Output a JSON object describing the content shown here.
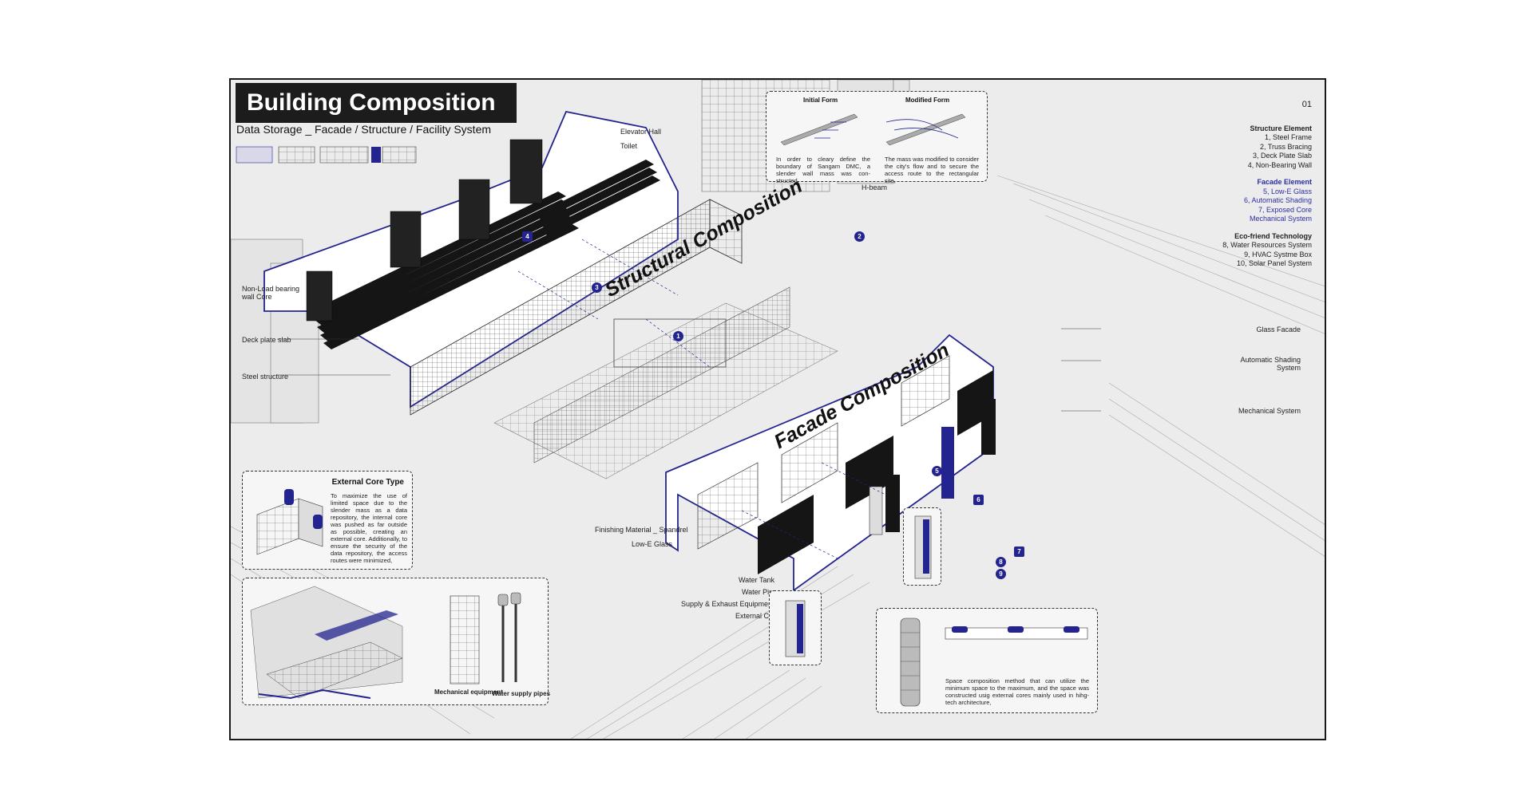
{
  "header": {
    "title": "Building Composition",
    "subtitle": "Data Storage _ Facade / Structure / Facility System"
  },
  "page_number": "01",
  "legend": {
    "structure": {
      "heading": "Structure Element",
      "items": [
        "1,    Steel Frame",
        "2,    Truss Bracing",
        "3,    Deck Plate Slab",
        "4,    Non-Bearing Wall"
      ]
    },
    "facade": {
      "heading": "Facade Element",
      "items": [
        "5, Low-E Glass",
        "6, Automatic Shading",
        "7, Exposed Core",
        "Mechanical System"
      ]
    },
    "eco": {
      "heading": "Eco-friend Technology",
      "items": [
        "8, Water Resources System",
        "9, HVAC Systme Box",
        "10, Solar Panel System"
      ]
    }
  },
  "form_panel": {
    "initial_title": "Initial Form",
    "modified_title": "Modified Form",
    "initial_text": "In order to cleary define the boundary of Sangam DMC, a slender wall mass was con-structed,",
    "modified_text": "The mass was modified to consider the city's flow and to secure the access route to the rectangular site,"
  },
  "core_panel": {
    "title": "External Core Type",
    "text": "To maximize the use of limited space due to the slender mass as a data repository, the internal core was pushed as far outside as possible, creating an external core. Additionally, to ensure the security of the data repository, the access routes were minimized,"
  },
  "equipment_panel": {
    "label_mech": "Mechanical equipment",
    "label_water": "Water supply pipes"
  },
  "space_panel": {
    "text": "Space composition method that can utilize the minimum space to the maximum, and the space was constructed usig external cores mainly used in hihg-tech architecture,"
  },
  "labels": {
    "elevator_hall": "Elevator Hall",
    "toilet": "Toilet",
    "h_beam": "H-beam",
    "non_load": "Non-Load bearing wall Core",
    "deck_plate": "Deck plate slab",
    "steel_structure": "Steel structure",
    "glass_facade": "Glass Facade",
    "auto_shading": "Automatic Shading System",
    "mech_system": "Mechanical System",
    "finishing": "Finishing Material _ Spandrel",
    "low_e": "Low-E Glass",
    "water_tank": "Water Tank",
    "water_pipes": "Water Pipes",
    "supply_exhaust": "Supply & Exhaust Equipment",
    "external_core": "External Core"
  },
  "section_titles": {
    "structural": "Structural Composition",
    "facade": "Facade Composition"
  },
  "markers": [
    "1",
    "2",
    "3",
    "4",
    "5",
    "6",
    "7",
    "8",
    "9"
  ],
  "colors": {
    "accent_blue": "#23248f",
    "sheet_bg": "#ececec",
    "title_bg": "#1c1c1c"
  }
}
